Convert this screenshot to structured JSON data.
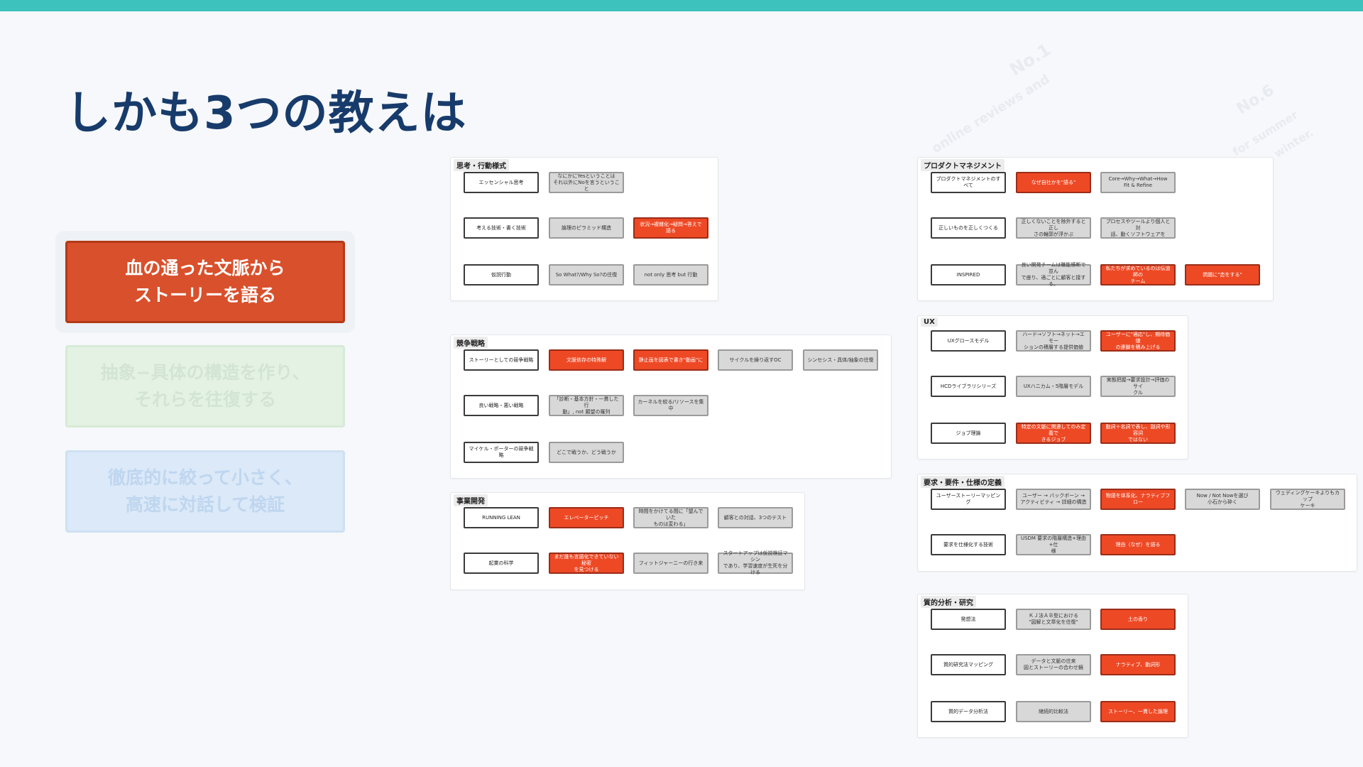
{
  "slide": {
    "title": "しかも3つの教えは",
    "watermark": {
      "a": "No.1",
      "b": "online reviews and",
      "c": "No.6",
      "d": "for summer",
      "e": "- winter."
    }
  },
  "teachings": [
    {
      "text": "血の通った文脈から\nストーリーを語る",
      "state": "active"
    },
    {
      "text": "抽象−具体の構造を作り、\nそれらを往復する",
      "state": "faded"
    },
    {
      "text": "徹底的に絞って小さく、\n高速に対話して検証",
      "state": "faded"
    }
  ],
  "panels": [
    {
      "label": "思考・行動様式",
      "rows": [
        [
          {
            "t": "エッセンシャル思考",
            "c": "white"
          },
          {
            "t": "なにかにYesということは\nそれ以外にNoを言うということ",
            "c": "gray"
          }
        ],
        [
          {
            "t": "考える技術・書く技術",
            "c": "white"
          },
          {
            "t": "論理のピラミッド構造",
            "c": "gray"
          },
          {
            "t": "状況→複雑化→疑問→答えで語る",
            "c": "red"
          }
        ],
        [
          {
            "t": "仮説行動",
            "c": "white"
          },
          {
            "t": "So What?/Why So?の往復",
            "c": "gray"
          },
          {
            "t": "not only 思考 but 行動",
            "c": "gray"
          }
        ]
      ]
    },
    {
      "label": "競争戦略",
      "rows": [
        [
          {
            "t": "ストーリーとしての競争戦略",
            "c": "white"
          },
          {
            "t": "文脈依存の特殊解",
            "c": "red"
          },
          {
            "t": "静止画を図表で書き\"動画\"に",
            "c": "red"
          },
          {
            "t": "サイクルを繰り返すOC",
            "c": "gray"
          },
          {
            "t": "シンセシス・具体/抽象の往復",
            "c": "gray"
          }
        ],
        [
          {
            "t": "良い戦略・悪い戦略",
            "c": "white"
          },
          {
            "t": "「診断・基本方針・一貫した行\n動」, not 願望の羅列",
            "c": "gray"
          },
          {
            "t": "カーネルを絞る/リソースを集中",
            "c": "gray"
          }
        ],
        [
          {
            "t": "マイケル・ポーターの競争戦略",
            "c": "white"
          },
          {
            "t": "どこで戦うか、どう戦うか",
            "c": "gray"
          }
        ]
      ]
    },
    {
      "label": "事業開発",
      "rows": [
        [
          {
            "t": "RUNNING LEAN",
            "c": "white"
          },
          {
            "t": "エレベーターピッチ",
            "c": "red"
          },
          {
            "t": "時間をかけてる間に「望んでいた\nものは変わる」",
            "c": "gray"
          },
          {
            "t": "顧客との対話、3つのテスト",
            "c": "gray"
          }
        ],
        [
          {
            "t": "起業の科学",
            "c": "white"
          },
          {
            "t": "まだ誰も言語化できていない秘密\nを見つける",
            "c": "red"
          },
          {
            "t": "フィットジャーニーの行き来",
            "c": "gray"
          },
          {
            "t": "スタートアップは仮説検証マシン\nであり、学習速度が生死を分ける",
            "c": "gray"
          }
        ]
      ]
    },
    {
      "label": "プロダクトマネジメント",
      "rows": [
        [
          {
            "t": "プロダクトマネジメントのすべて",
            "c": "white"
          },
          {
            "t": "なぜ自社かを\"語る\"",
            "c": "red"
          },
          {
            "t": "Core→Why→What→How\nFit & Refine",
            "c": "gray"
          }
        ],
        [
          {
            "t": "正しいものを正しくつくる",
            "c": "white"
          },
          {
            "t": "正しくないことを除外すると正し\nさの輪郭が浮かぶ",
            "c": "gray"
          },
          {
            "t": "プロセスやツールより個人と対\n話、動くソフトウェアを",
            "c": "gray"
          }
        ],
        [
          {
            "t": "INSPIRED",
            "c": "white"
          },
          {
            "t": "良い開発チームは職能横断で並ん\nで座り、適ごとに顧客と接する。",
            "c": "gray"
          },
          {
            "t": "私たちが求めているのは伝道師の\nチーム",
            "c": "red"
          },
          {
            "t": "問題に\"恋をする\"",
            "c": "red"
          }
        ]
      ]
    },
    {
      "label": "UX",
      "rows": [
        [
          {
            "t": "UXグロースモデル",
            "c": "white"
          },
          {
            "t": "ハード→ソフト→ネット→エモー\nションの積層する提供価値",
            "c": "gray"
          },
          {
            "t": "ユーザーに\"適応\"し、期待価値\nの連鎖を積み上げる",
            "c": "red"
          }
        ],
        [
          {
            "t": "HCDライブラリシリーズ",
            "c": "white"
          },
          {
            "t": "UXハニカム・5階層モデル",
            "c": "gray"
          },
          {
            "t": "実態把握→要求設計→評価のサイ\nクル",
            "c": "gray"
          }
        ],
        [
          {
            "t": "ジョブ理論",
            "c": "white"
          },
          {
            "t": "特定の文脈に関連してのみ定義で\nきるジョブ",
            "c": "red"
          },
          {
            "t": "動詞＋名詞で表し、副詞や形容詞\nではない",
            "c": "red"
          }
        ]
      ]
    },
    {
      "label": "要求・要件・仕様の定義",
      "rows": [
        [
          {
            "t": "ユーザーストーリーマッピング",
            "c": "white"
          },
          {
            "t": "ユーザー → バックボーン →\nアクティビティ → 詳細の構造",
            "c": "gray"
          },
          {
            "t": "物語を体系化、ナラティブフロー",
            "c": "red"
          },
          {
            "t": "Now / Not Nowを選び\n小石から砕く",
            "c": "gray"
          },
          {
            "t": "ウェディングケーキよりもカップ\nケーキ",
            "c": "gray"
          }
        ],
        [
          {
            "t": "要求を仕様化する技術",
            "c": "white"
          },
          {
            "t": "USDM 要求の階層構造+理由+仕\n様",
            "c": "gray"
          },
          {
            "t": "理由（なぜ）を語る",
            "c": "red"
          }
        ]
      ]
    },
    {
      "label": "質的分析・研究",
      "rows": [
        [
          {
            "t": "発想法",
            "c": "white"
          },
          {
            "t": "ＫＪ法ＡＢ型における\n\"図解と文章化を往復\"",
            "c": "gray"
          },
          {
            "t": "土の香り",
            "c": "red"
          }
        ],
        [
          {
            "t": "質的研究法マッピング",
            "c": "white"
          },
          {
            "t": "データと文脈の往来\n図とストーリーの合わせ鏡",
            "c": "gray"
          },
          {
            "t": "ナラティブ、動詞形",
            "c": "red"
          }
        ],
        [
          {
            "t": "質的データ分析法",
            "c": "white"
          },
          {
            "t": "継続的比較法",
            "c": "gray"
          },
          {
            "t": "ストーリー、一貫した論理",
            "c": "red"
          }
        ]
      ]
    }
  ]
}
